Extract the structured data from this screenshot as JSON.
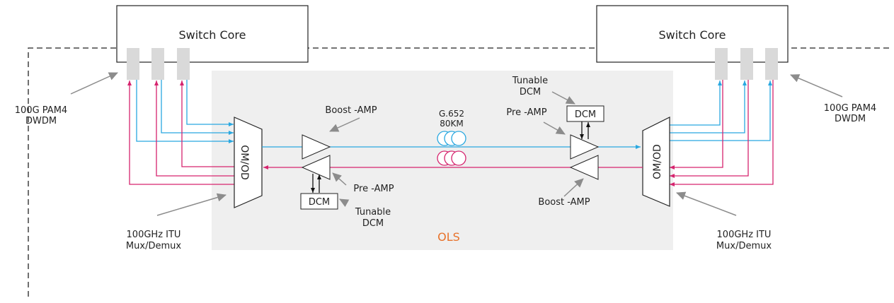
{
  "left": {
    "switch_core": "Switch Core",
    "pam4_line1": "100G PAM4",
    "pam4_line2": "DWDM",
    "itu_line1": "100GHz ITU",
    "itu_line2": "Mux/Demux",
    "omod": "OM/OD"
  },
  "right": {
    "switch_core": "Switch Core",
    "pam4_line1": "100G PAM4",
    "pam4_line2": "DWDM",
    "itu_line1": "100GHz ITU",
    "itu_line2": "Mux/Demux",
    "omod": "OM/OD"
  },
  "ols_label": "OLS",
  "boost_amp_left": "Boost -AMP",
  "pre_amp_left": "Pre -AMP",
  "dcm_left": "DCM",
  "tunable_left_line1": "Tunable",
  "tunable_left_line2": "DCM",
  "fiber_line1": "G.652",
  "fiber_line2": "80KM",
  "pre_amp_right": "Pre -AMP",
  "boost_amp_right": "Boost -AMP",
  "dcm_right": "DCM",
  "tunable_right_line1": "Tunable",
  "tunable_right_line2": "DCM",
  "colors": {
    "transmit": "#29a8e0",
    "receive": "#d6246e",
    "ols_background": "#efefef",
    "ols_text": "#e8722a",
    "port": "#d9d9d9",
    "callout": "#8c8c8c"
  }
}
